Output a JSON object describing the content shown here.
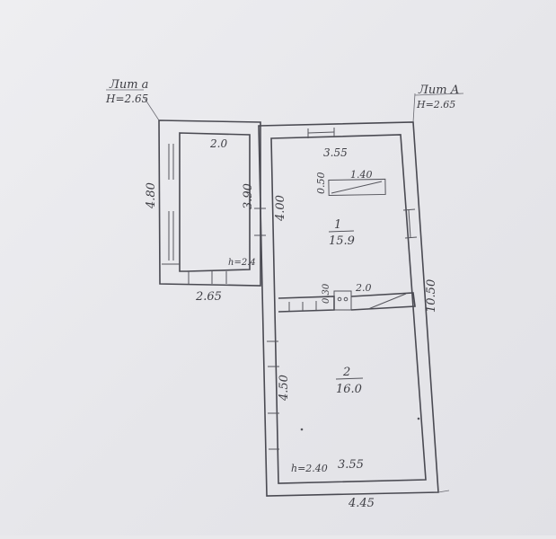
{
  "labels": {
    "lit_a_left": "Лит а",
    "height_left": "H=2.65",
    "lit_a_right": "Лит А",
    "height_right": "H=2.65"
  },
  "dimensions": {
    "annex_top": "2.0",
    "annex_left": "4.80",
    "annex_bottom": "2.65",
    "annex_inner": "3.90",
    "annex_height": "h=2.4",
    "room1_top": "3.55",
    "room1_left": "4.00",
    "stove_length": "1.40",
    "stove_width": "0.50",
    "right_total": "10.50",
    "corridor_width": "2.0",
    "corridor_depth": "0.30",
    "room2_left": "4.50",
    "room2_bottom": "3.55",
    "room2_height": "h=2.40",
    "bottom_total": "4.45"
  },
  "rooms": [
    {
      "number": "1",
      "area": "15.9"
    },
    {
      "number": "2",
      "area": "16.0"
    }
  ]
}
